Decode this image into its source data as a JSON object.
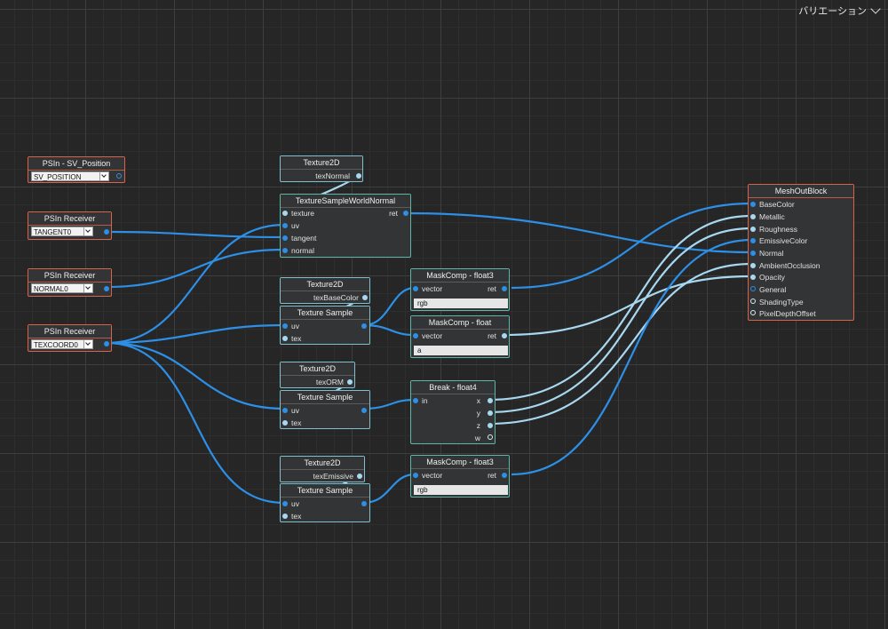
{
  "toolbar": {
    "variation_label": "バリエーション"
  },
  "nodes": {
    "pos": {
      "title": "PSIn - SV_Position",
      "select": "SV_POSITION"
    },
    "tangent": {
      "title": "PSIn Receiver",
      "select": "TANGENT0"
    },
    "normal": {
      "title": "PSIn Receiver",
      "select": "NORMAL0"
    },
    "texcoord": {
      "title": "PSIn Receiver",
      "select": "TEXCOORD0"
    },
    "tex2d_normal": {
      "title": "Texture2D",
      "out": "texNormal"
    },
    "tswn": {
      "title": "TextureSampleWorldNormal",
      "in": [
        "texture",
        "uv",
        "tangent",
        "normal"
      ],
      "out": "ret"
    },
    "tex2d_base": {
      "title": "Texture2D",
      "out": "texBaseColor"
    },
    "ts1": {
      "title": "Texture Sample",
      "in": [
        "uv",
        "tex"
      ]
    },
    "mask1": {
      "title": "MaskComp - float3",
      "in": "vector",
      "out": "ret",
      "field": "rgb"
    },
    "mask2": {
      "title": "MaskComp - float",
      "in": "vector",
      "out": "ret",
      "field": "a"
    },
    "tex2d_orm": {
      "title": "Texture2D",
      "out": "texORM"
    },
    "ts2": {
      "title": "Texture Sample",
      "in": [
        "uv",
        "tex"
      ]
    },
    "break": {
      "title": "Break - float4",
      "in": "in",
      "out": [
        "x",
        "y",
        "z",
        "w"
      ]
    },
    "tex2d_em": {
      "title": "Texture2D",
      "out": "texEmissive"
    },
    "ts3": {
      "title": "Texture Sample",
      "in": [
        "uv",
        "tex"
      ]
    },
    "mask3": {
      "title": "MaskComp - float3",
      "in": "vector",
      "out": "ret",
      "field": "rgb"
    },
    "mesh": {
      "title": "MeshOutBlock",
      "in": [
        "BaseColor",
        "Metallic",
        "Roughness",
        "EmissiveColor",
        "Normal",
        "AmbientOcclusion",
        "Opacity",
        "General",
        "ShadingType",
        "PixelDepthOffset"
      ]
    }
  },
  "colors": {
    "wire_blue": "#2d8fe6",
    "wire_light": "#a8d8f0",
    "node_red": "#d9634a",
    "node_teal": "#5fb6a6",
    "node_blue": "#7fbfd0"
  }
}
